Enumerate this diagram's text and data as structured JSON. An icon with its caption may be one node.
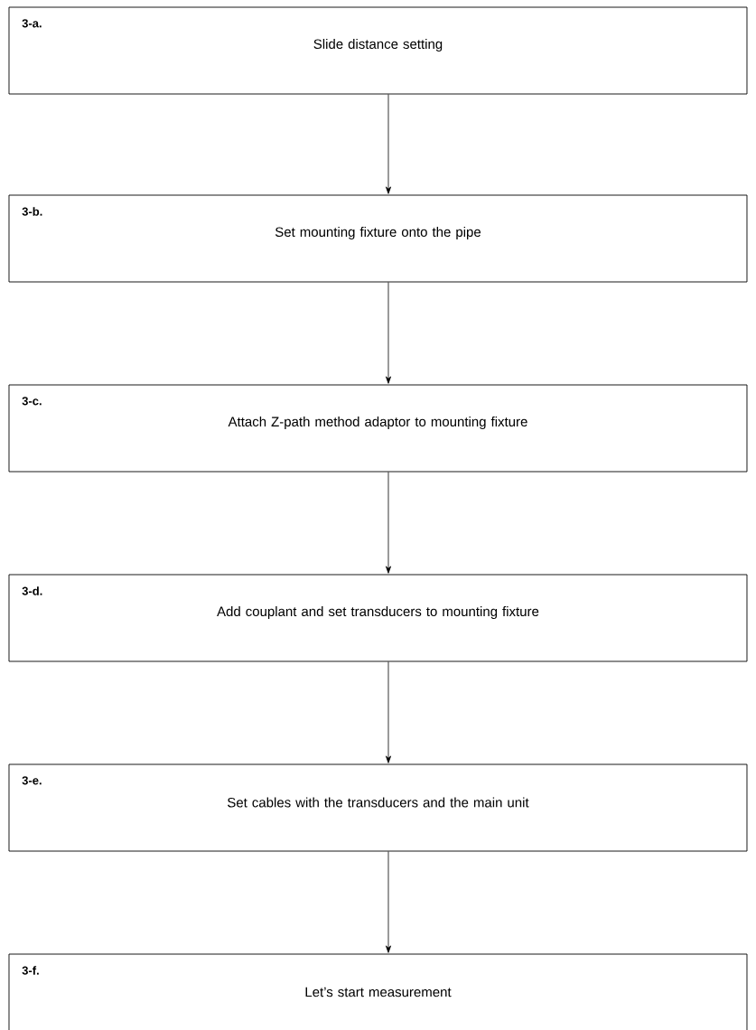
{
  "diagram": {
    "nodes": [
      {
        "text": [
          "3-a.",
          "Slide distance setting"
        ]
      },
      {
        "text": [
          "3-b.",
          "Set mounting fixture onto the pipe"
        ]
      },
      {
        "text": [
          "3-c.",
          "Attach Z-path method adaptor to mounting fixture"
        ]
      },
      {
        "text": [
          "3-d.",
          "Add couplant and set transducers to mounting fixture"
        ]
      },
      {
        "text": [
          "3-e.",
          "Set cables with the transducers and the main unit"
        ]
      },
      {
        "text": [
          "3-f.",
          "Let’s start measurement"
        ]
      }
    ],
    "edges": [
      {
        "from": 0,
        "to": 1,
        "arrow": "to"
      },
      {
        "from": 1,
        "to": 2,
        "arrow": "to"
      },
      {
        "from": 2,
        "to": 3,
        "arrow": "to"
      },
      {
        "from": 3,
        "to": 4,
        "arrow": "to"
      },
      {
        "from": 4,
        "to": 5,
        "arrow": "to"
      }
    ]
  }
}
